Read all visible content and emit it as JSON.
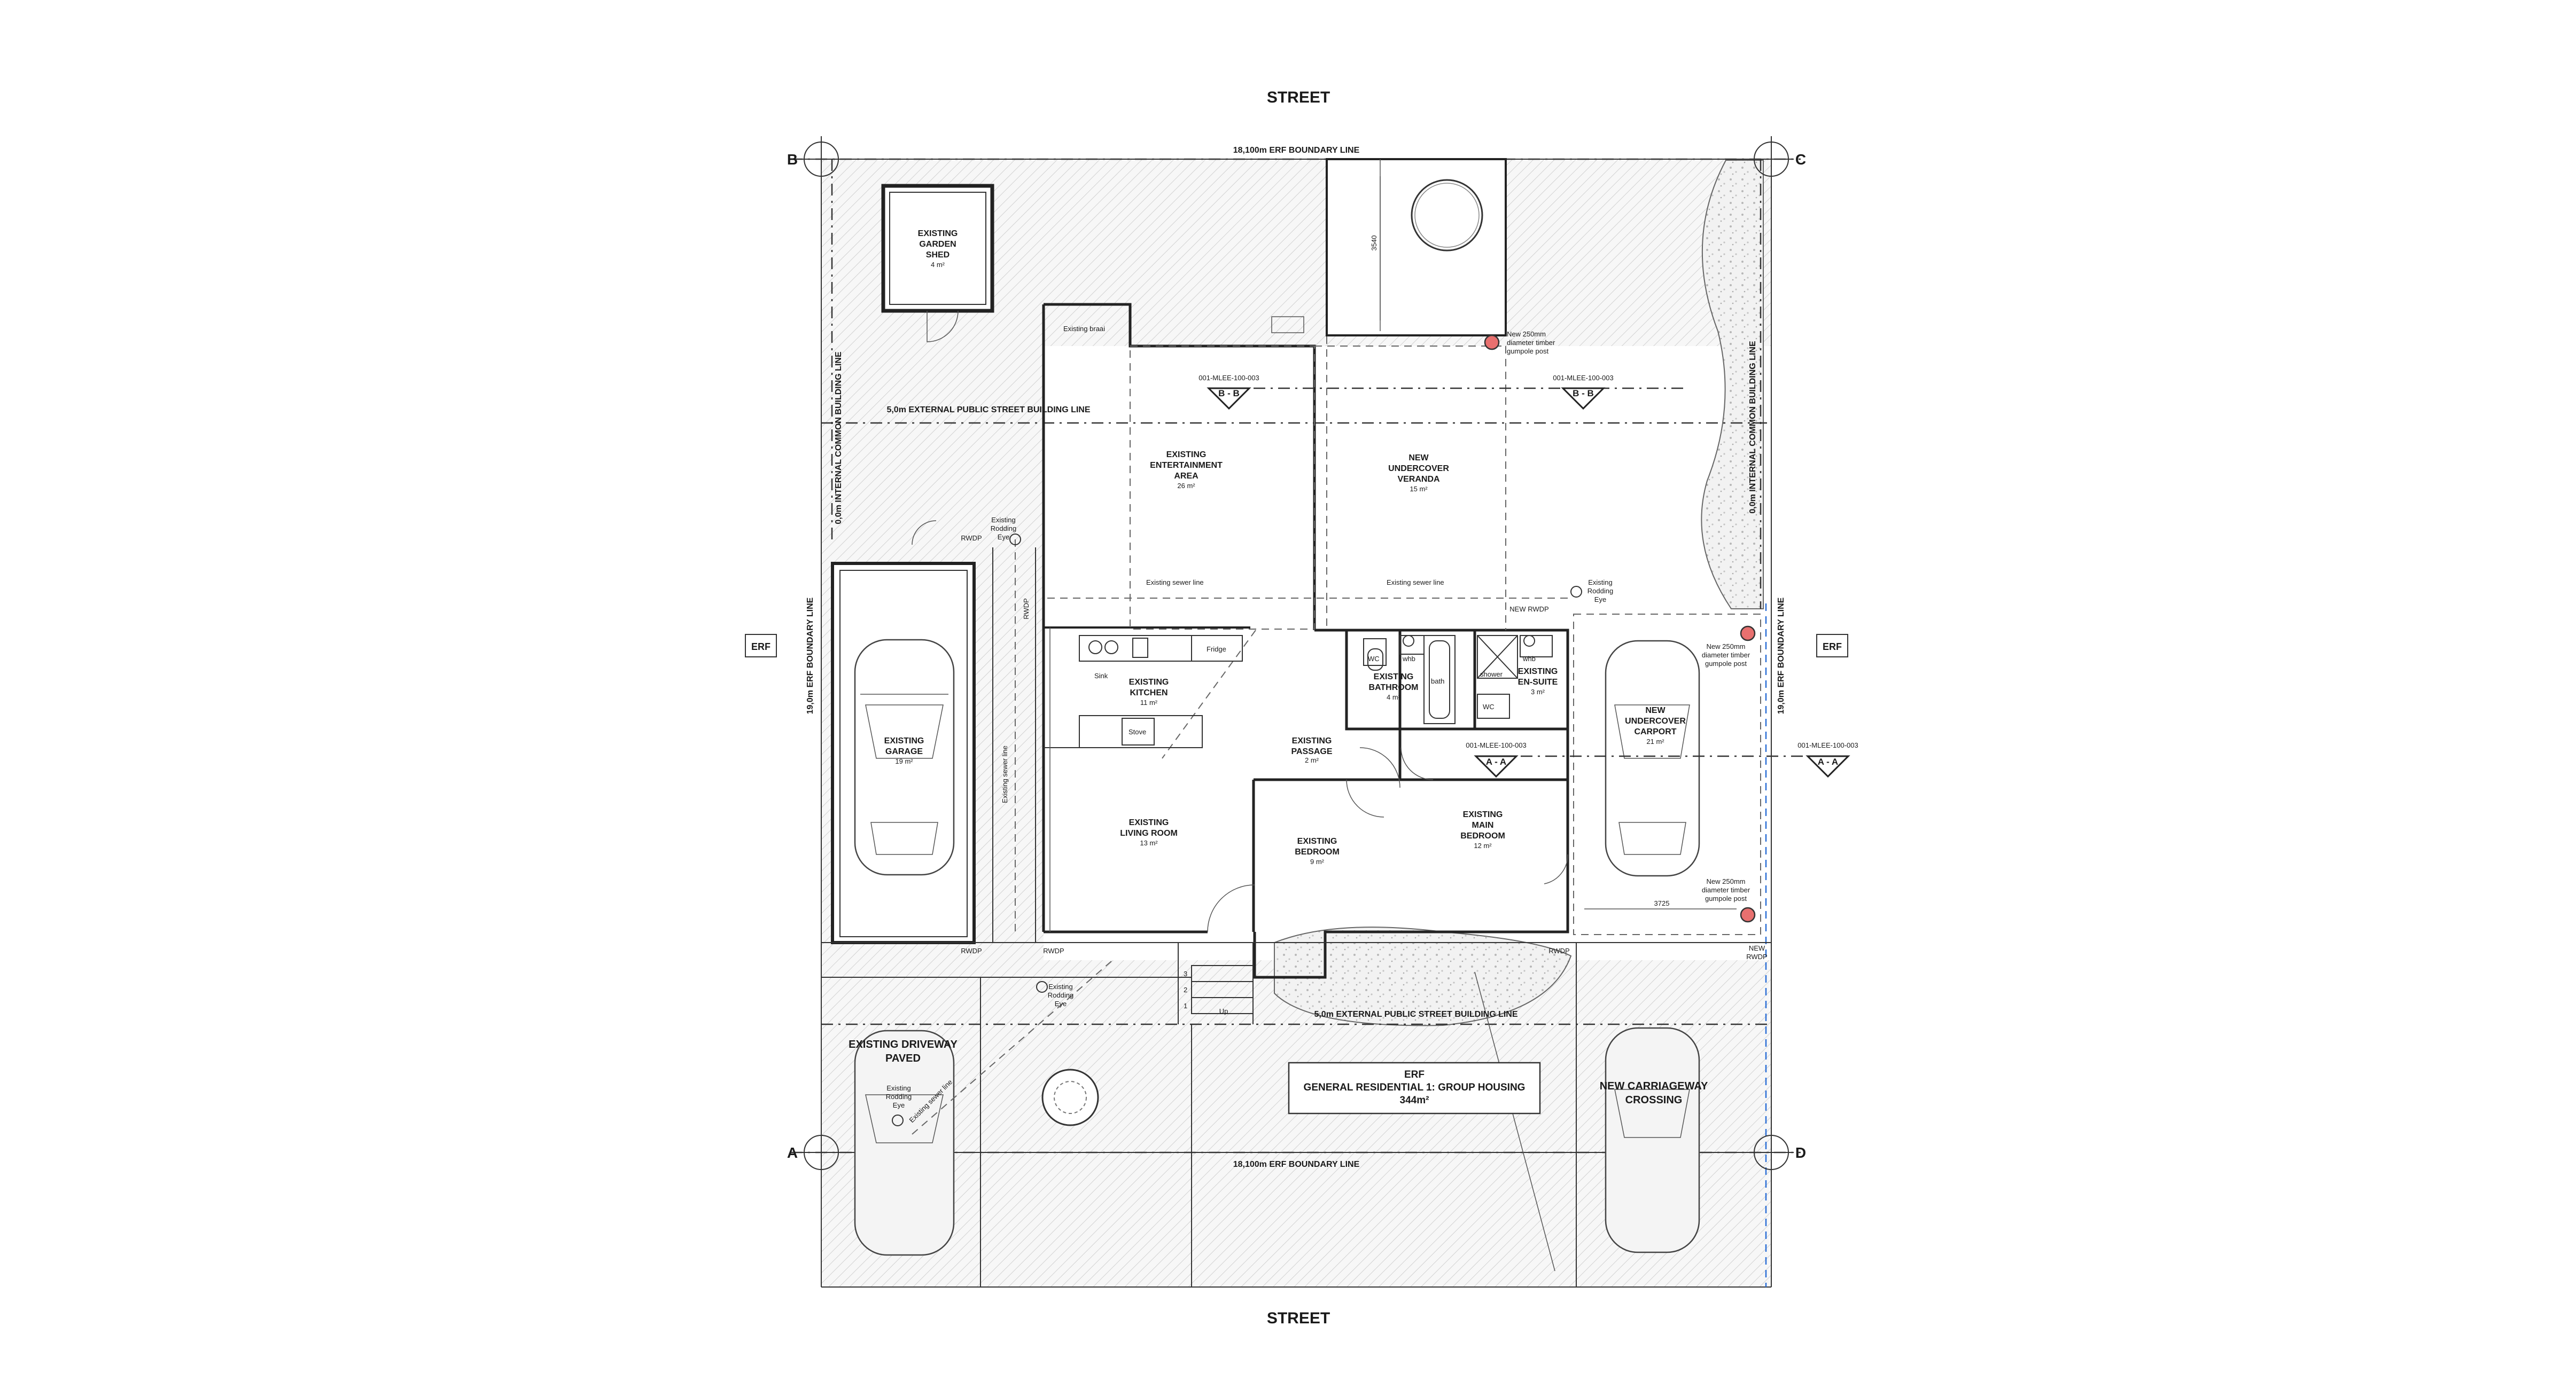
{
  "street_labels": {
    "top": "STREET",
    "bottom": "STREET"
  },
  "corners": {
    "b": "B",
    "c": "C",
    "a": "A",
    "d": "D"
  },
  "erf_side_labels": {
    "left": "ERF",
    "right": "ERF"
  },
  "boundary_lines": {
    "top": "18,100m ERF BOUNDARY LINE",
    "bottom": "18,100m ERF BOUNDARY LINE",
    "left": "19,0m ERF BOUNDARY LINE",
    "right": "19,0m ERF BOUNDARY LINE"
  },
  "building_lines": {
    "street_top": "5,0m EXTERNAL PUBLIC STREET BUILDING LINE",
    "street_bottom": "5,0m EXTERNAL PUBLIC STREET BUILDING LINE",
    "common_left": "0,0m INTERNAL COMMON BUILDING LINE",
    "common_right": "0,0m INTERNAL COMMON BUILDING LINE"
  },
  "rooms": {
    "garden_shed": {
      "line1": "EXISTING",
      "line2": "GARDEN",
      "line3": "SHED",
      "area": "4 m²"
    },
    "entertainment": {
      "line1": "EXISTING",
      "line2": "ENTERTAINMENT",
      "line3": "AREA",
      "area": "26 m²"
    },
    "veranda": {
      "line1": "NEW",
      "line2": "UNDERCOVER",
      "line3": "VERANDA",
      "area": "15 m²"
    },
    "garage": {
      "line1": "EXISTING",
      "line2": "GARAGE",
      "area": "19 m²"
    },
    "kitchen": {
      "line1": "EXISTING",
      "line2": "KITCHEN",
      "area": "11 m²"
    },
    "bathroom": {
      "line1": "EXISTING",
      "line2": "BATHROOM",
      "area": "4 m²"
    },
    "ensuite": {
      "line1": "EXISTING",
      "line2": "EN-SUITE",
      "area": "3 m²"
    },
    "carport": {
      "line1": "NEW",
      "line2": "UNDERCOVER",
      "line3": "CARPORT",
      "area": "21 m²"
    },
    "passage": {
      "line1": "EXISTING",
      "line2": "PASSAGE",
      "area": "2 m²"
    },
    "living": {
      "line1": "EXISTING",
      "line2": "LIVING ROOM",
      "area": "13 m²"
    },
    "bedroom": {
      "line1": "EXISTING",
      "line2": "BEDROOM",
      "area": "9 m²"
    },
    "main_bedroom": {
      "line1": "EXISTING",
      "line2": "MAIN",
      "line3": "BEDROOM",
      "area": "12 m²"
    }
  },
  "outdoor": {
    "driveway": {
      "line1": "EXISTING DRIVEWAY",
      "line2": "PAVED"
    },
    "crossing": {
      "line1": "NEW CARRIAGEWAY",
      "line2": "CROSSING"
    }
  },
  "erf_box": {
    "line1": "ERF",
    "line2": "GENERAL RESIDENTIAL 1: GROUP HOUSING",
    "line3": "344m²"
  },
  "fixtures": {
    "braai": "Existing braai",
    "fridge": "Fridge",
    "sink": "Sink",
    "stove": "Stove",
    "wc": "WC",
    "whb": "whb",
    "bath": "bath",
    "shower": "shower"
  },
  "notes": {
    "sewer_line": "Existing sewer line",
    "rodding_eye": {
      "line1": "Existing",
      "line2": "Rodding",
      "line3": "Eye"
    },
    "rwdp": "RWDP",
    "new_rwdp": "NEW RWDP",
    "new_rwdp_2": {
      "line1": "NEW",
      "line2": "RWDP"
    },
    "gumpole": {
      "line1": "New 250mm",
      "line2": "diameter timber",
      "line3": "gumpole post"
    },
    "up": "Up"
  },
  "sections": {
    "ref": "001-MLEE-100-003",
    "bb": "B - B",
    "aa": "A - A"
  },
  "dimensions": {
    "d1": "3540",
    "d2": "3725"
  },
  "steps": [
    "3",
    "2",
    "1"
  ],
  "colors": {
    "post": "#e8706f",
    "line": "#222222",
    "hatch": "#d9d9d9",
    "blue_dash": "#2b6fd6"
  }
}
